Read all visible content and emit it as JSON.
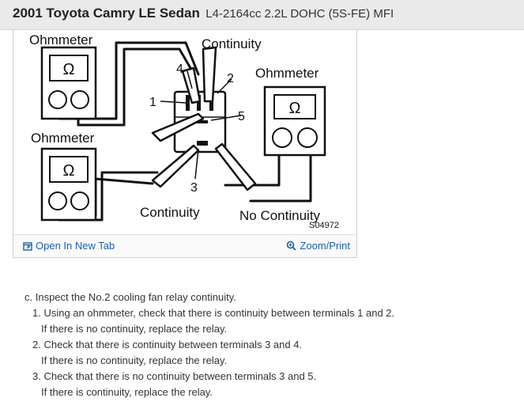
{
  "header": {
    "title": "2001 Toyota Camry LE Sedan",
    "subtitle": "L4-2164cc 2.2L DOHC (5S-FE) MFI"
  },
  "diagram": {
    "label_ohmmeter_top_left": "Ohmmeter",
    "label_continuity_top": "Continuity",
    "label_ohmmeter_right": "Ohmmeter",
    "label_ohmmeter_left": "Ohmmeter",
    "label_continuity_bottom": "Continuity",
    "label_no_continuity": "No Continuity",
    "figure_code": "S04972",
    "ohm_symbol": "Ω",
    "terminal_1": "1",
    "terminal_2": "2",
    "terminal_3": "3",
    "terminal_4": "4",
    "terminal_5": "5"
  },
  "figure_footer": {
    "open_new_tab": "Open In New Tab",
    "zoom_print": "Zoom/Print",
    "link_color": "#1b5fa8"
  },
  "instructions": {
    "heading": "c. Inspect the No.2 cooling fan relay continuity.",
    "step1": "1. Using an ohmmeter, check that there is continuity between terminals 1 and 2.",
    "step1_note": "If there is no continuity, replace the relay.",
    "step2": "2. Check that there is continuity between terminals 3 and 4.",
    "step2_note": "If there is no continuity, replace the relay.",
    "step3": "3. Check that there is no continuity between terminals 3 and 5.",
    "step3_note": "If there is continuity, replace the relay."
  }
}
